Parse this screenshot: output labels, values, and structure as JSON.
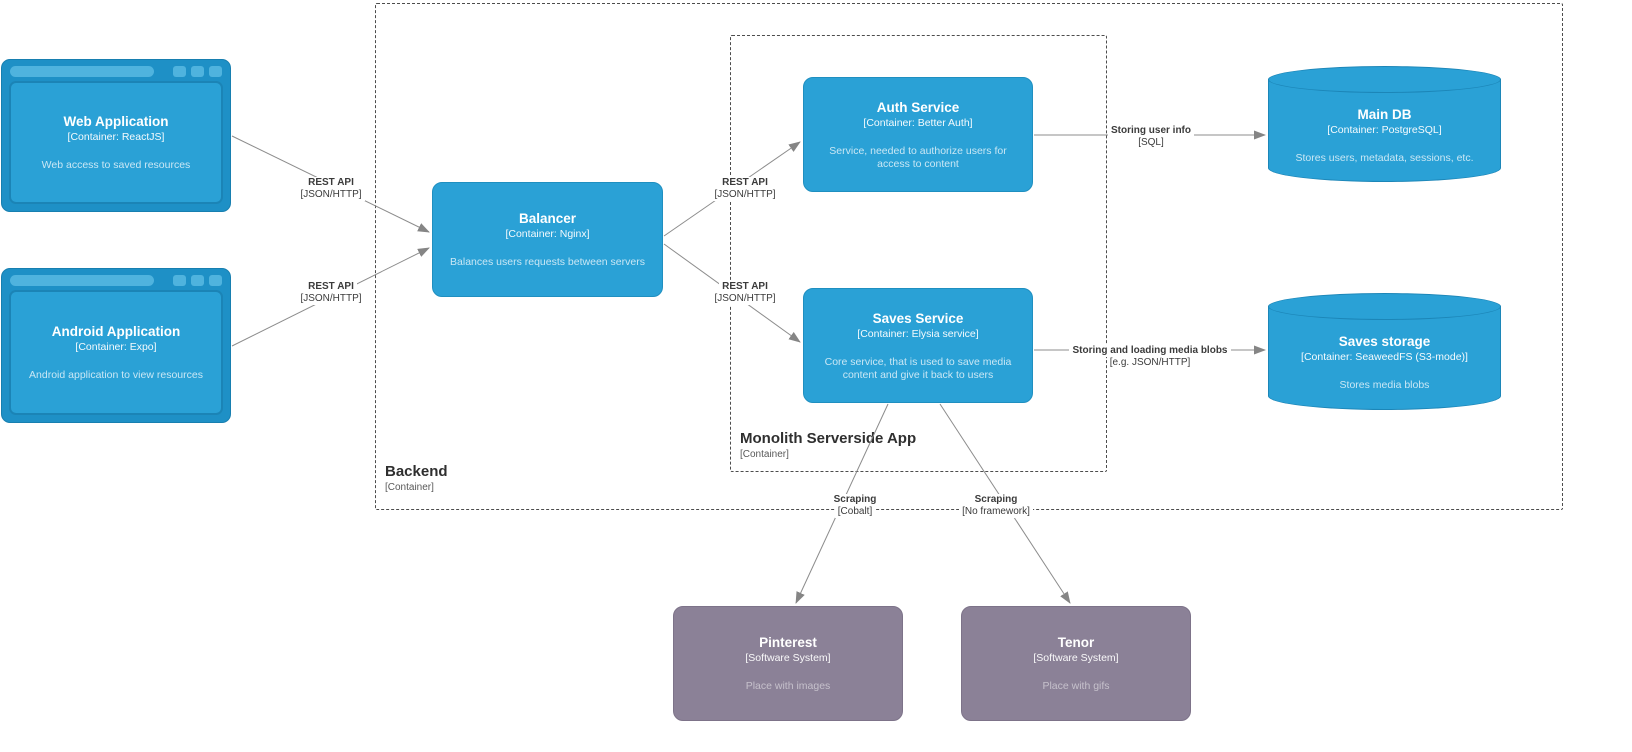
{
  "boundaries": {
    "backend": {
      "name": "Backend",
      "meta": "[Container]"
    },
    "monolith": {
      "name": "Monolith Serverside App",
      "meta": "[Container]"
    }
  },
  "nodes": {
    "web_app": {
      "title": "Web Application",
      "meta": "[Container: ReactJS]",
      "desc": "Web access to saved resources"
    },
    "android_app": {
      "title": "Android Application",
      "meta": "[Container: Expo]",
      "desc": "Android application to view resources"
    },
    "balancer": {
      "title": "Balancer",
      "meta": "[Container: Nginx]",
      "desc": "Balances users requests between servers"
    },
    "auth_service": {
      "title": "Auth Service",
      "meta": "[Container: Better Auth]",
      "desc": "Service, needed to authorize users for access to content"
    },
    "saves_service": {
      "title": "Saves Service",
      "meta": "[Container: Elysia service]",
      "desc": "Core service, that is used to save media content and give it back to users"
    },
    "main_db": {
      "title": "Main DB",
      "meta": "[Container: PostgreSQL]",
      "desc": "Stores users, metadata, sessions, etc."
    },
    "saves_storage": {
      "title": "Saves storage",
      "meta": "[Container: SeaweedFS (S3-mode)]",
      "desc": "Stores media blobs"
    },
    "pinterest": {
      "title": "Pinterest",
      "meta": "[Software System]",
      "desc": "Place with images"
    },
    "tenor": {
      "title": "Tenor",
      "meta": "[Software System]",
      "desc": "Place with gifs"
    }
  },
  "edges": {
    "web_balancer": {
      "label": "REST API",
      "meta": "[JSON/HTTP]"
    },
    "android_balancer": {
      "label": "REST API",
      "meta": "[JSON/HTTP]"
    },
    "balancer_auth": {
      "label": "REST API",
      "meta": "[JSON/HTTP]"
    },
    "balancer_saves": {
      "label": "REST API",
      "meta": "[JSON/HTTP]"
    },
    "auth_maindb": {
      "label": "Storing user info",
      "meta": "[SQL]"
    },
    "saves_storage": {
      "label": "Storing and loading media blobs",
      "meta": "[e.g. JSON/HTTP]"
    },
    "saves_pinterest": {
      "label": "Scraping",
      "meta": "[Cobalt]"
    },
    "saves_tenor": {
      "label": "Scraping",
      "meta": "[No framework]"
    }
  },
  "colors": {
    "container_blue": "#2aa1d6",
    "browser_frame_blue": "#1e90c6",
    "browser_chrome_blue": "#4fb3de",
    "external_gray": "#8b8197",
    "edge_line": "#8c8c8c",
    "boundary_dash": "#4d4d4d"
  }
}
